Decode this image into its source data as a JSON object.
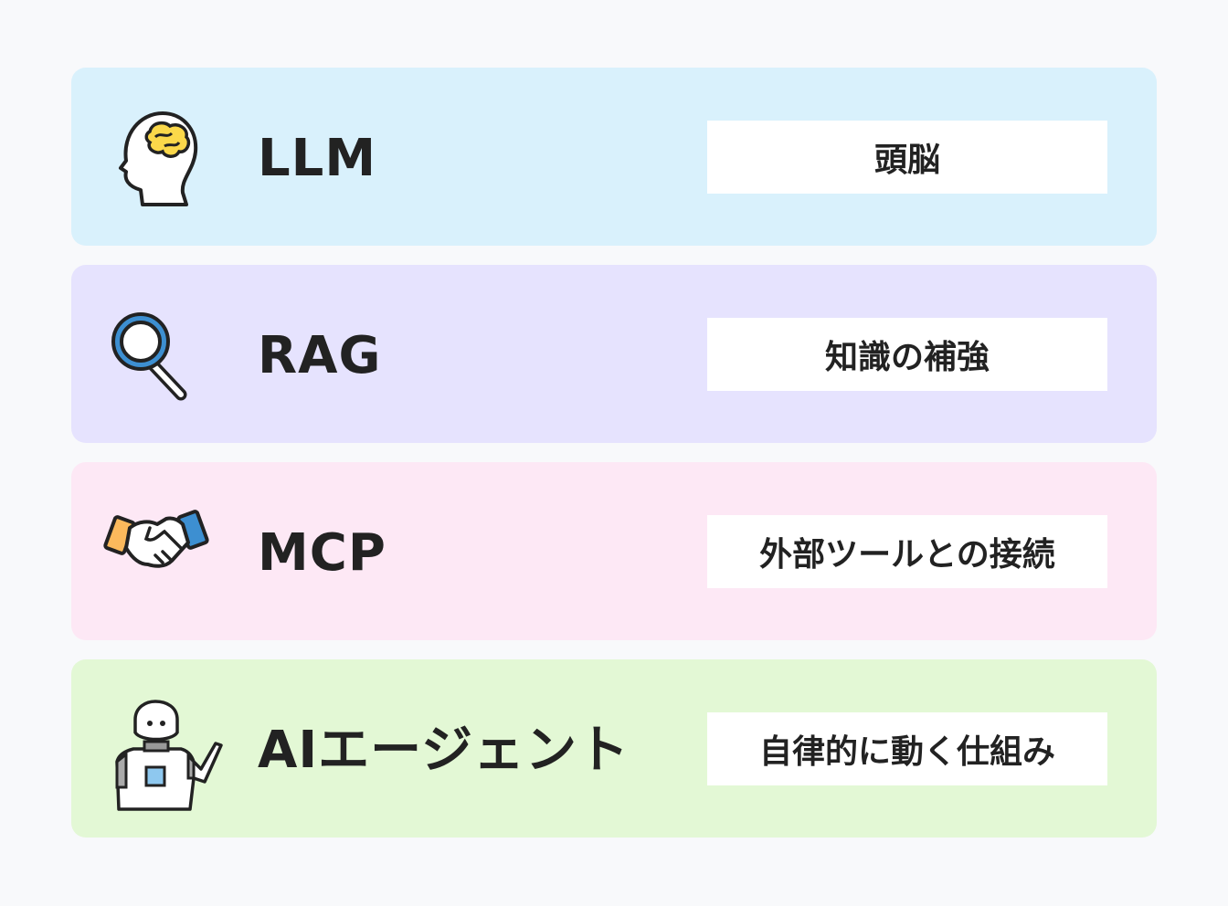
{
  "colors": {
    "background": "#f8f9fb",
    "llm": "#d9f1fc",
    "rag": "#e6e3fe",
    "mcp": "#fde8f5",
    "agent": "#e3f8d5"
  },
  "cards": [
    {
      "title": "LLM",
      "description": "頭脳",
      "icon": "head-brain-icon"
    },
    {
      "title": "RAG",
      "description": "知識の補強",
      "icon": "magnifier-icon"
    },
    {
      "title": "MCP",
      "description": "外部ツールとの接続",
      "icon": "handshake-icon"
    },
    {
      "title": "AIエージェント",
      "description": "自律的に動く仕組み",
      "icon": "robot-icon"
    }
  ]
}
